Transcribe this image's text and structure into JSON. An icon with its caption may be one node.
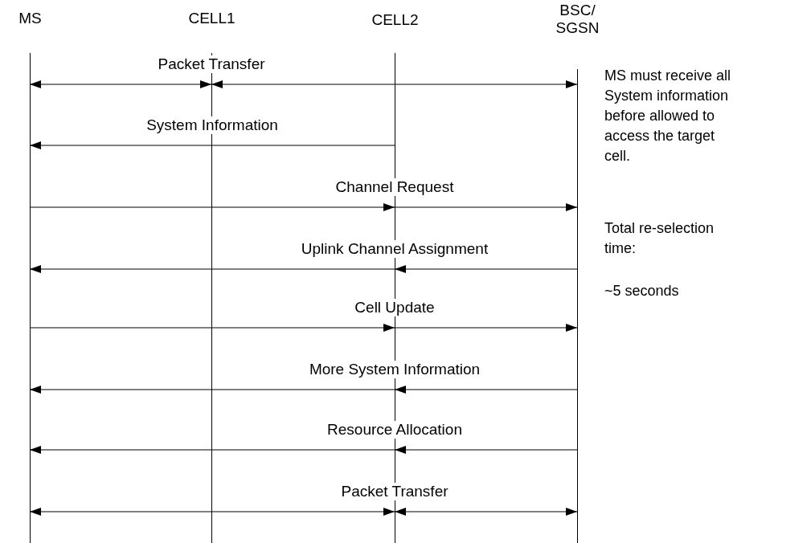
{
  "diagram": {
    "nodes": [
      {
        "text": [
          "MS"
        ]
      },
      {
        "text": [
          "CELL1"
        ]
      },
      {
        "text": [
          "CELL2"
        ]
      },
      {
        "text": [
          "BSC/ SGSN"
        ]
      }
    ],
    "edges": [
      {
        "from": 0,
        "to": 1,
        "arrow": "both",
        "label": "Packet Transfer"
      },
      {
        "from": 1,
        "to": 3,
        "arrow": "both"
      },
      {
        "from": 2,
        "to": 0,
        "arrow": "to",
        "label": "System Information"
      },
      {
        "from": 0,
        "to": 2,
        "arrow": "to",
        "label": "Channel Request"
      },
      {
        "from": 2,
        "to": 3,
        "arrow": "to"
      },
      {
        "from": 3,
        "to": 2,
        "arrow": "to",
        "label": "Uplink Channel Assignment"
      },
      {
        "from": 2,
        "to": 0,
        "arrow": "to"
      },
      {
        "from": 0,
        "to": 2,
        "arrow": "to",
        "label": "Cell Update"
      },
      {
        "from": 2,
        "to": 3,
        "arrow": "to"
      },
      {
        "from": 3,
        "to": 2,
        "arrow": "to",
        "label": "More System Information"
      },
      {
        "from": 2,
        "to": 0,
        "arrow": "to"
      },
      {
        "from": 3,
        "to": 2,
        "arrow": "to",
        "label": "Resource Allocation"
      },
      {
        "from": 2,
        "to": 0,
        "arrow": "to"
      },
      {
        "from": 0,
        "to": 2,
        "arrow": "both",
        "label": "Packet Transfer"
      },
      {
        "from": 2,
        "to": 3,
        "arrow": "both"
      }
    ],
    "labels": [
      "MS must receive all System information before allowed to access the target cell.",
      "Total re-selection time:",
      "~5 seconds"
    ]
  }
}
